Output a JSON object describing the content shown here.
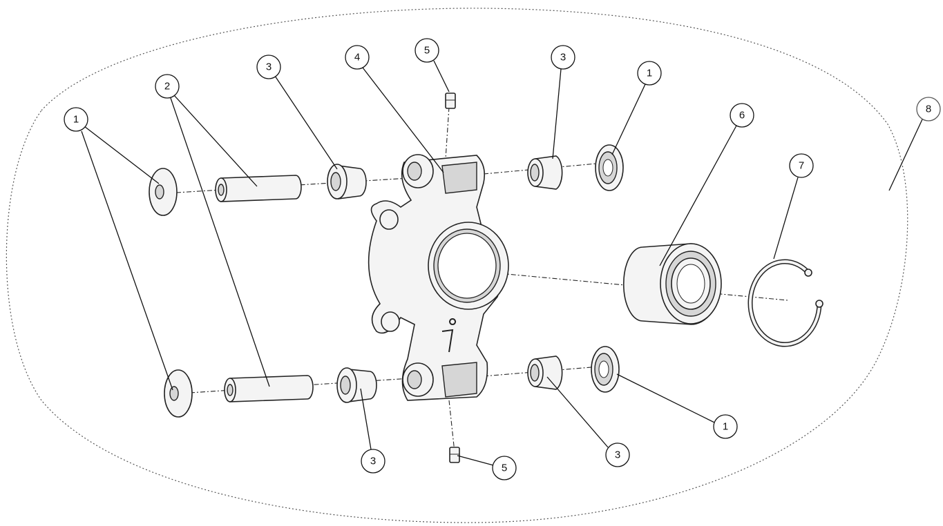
{
  "diagram": {
    "type": "exploded-parts-view",
    "callouts": [
      {
        "label": "1"
      },
      {
        "label": "2"
      },
      {
        "label": "3"
      },
      {
        "label": "4"
      },
      {
        "label": "5"
      },
      {
        "label": "3"
      },
      {
        "label": "1"
      },
      {
        "label": "6"
      },
      {
        "label": "8"
      },
      {
        "label": "7"
      },
      {
        "label": "1"
      },
      {
        "label": "3"
      },
      {
        "label": "3"
      },
      {
        "label": "5"
      }
    ],
    "colors": {
      "line": "#222222",
      "fill": "#f4f4f4",
      "shade": "#d6d6d6"
    }
  }
}
